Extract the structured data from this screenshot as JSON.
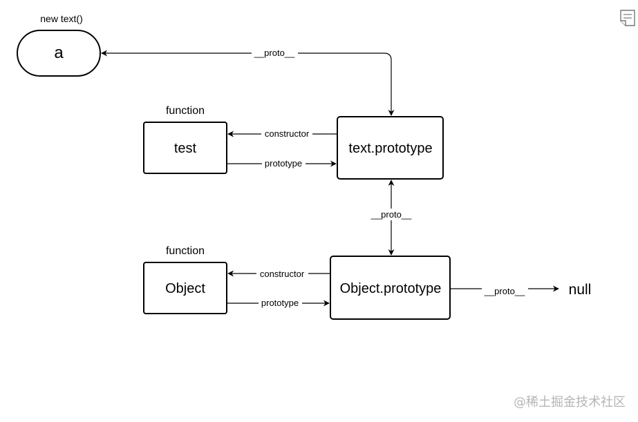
{
  "nodes": {
    "instance": {
      "label": "a",
      "caption": "new text()"
    },
    "test": {
      "label": "test",
      "caption": "function"
    },
    "text_prototype": {
      "label": "text.prototype"
    },
    "object": {
      "label": "Object",
      "caption": "function"
    },
    "object_prototype": {
      "label": "Object.prototype"
    },
    "null_node": {
      "label": "null"
    }
  },
  "edges": {
    "proto_text_to_a": "__proto__",
    "test_constructor": "constructor",
    "test_prototype": "prototype",
    "proto_text_object": "__proto__",
    "object_constructor": "constructor",
    "object_prototype": "prototype",
    "proto_object_null": "__proto__"
  },
  "watermark": "@稀土掘金技术社区",
  "icons": {
    "corner": "page-corner-icon"
  }
}
